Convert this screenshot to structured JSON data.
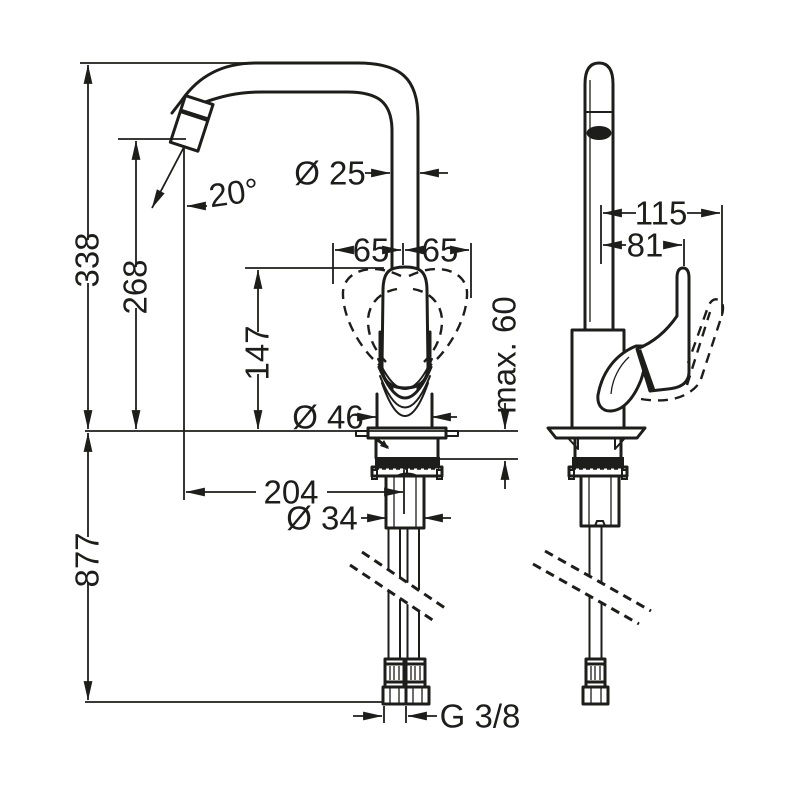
{
  "colors": {
    "line": "#1d1d1b",
    "background": "#ffffff"
  },
  "dimensions": {
    "total_height": "877",
    "spout_top_height": "338",
    "outlet_height": "268",
    "outlet_angle": "20°",
    "spout_diameter": "Ø 25",
    "swivel_left": "65",
    "swivel_right": "65",
    "handle_height": "147",
    "body_diameter": "Ø 46",
    "max_mounting_depth": "max. 60",
    "spout_reach": "204",
    "shank_diameter": "Ø 34",
    "hose_thread": "G 3/8",
    "side_reach_total": "115",
    "side_reach_handle": "81"
  }
}
